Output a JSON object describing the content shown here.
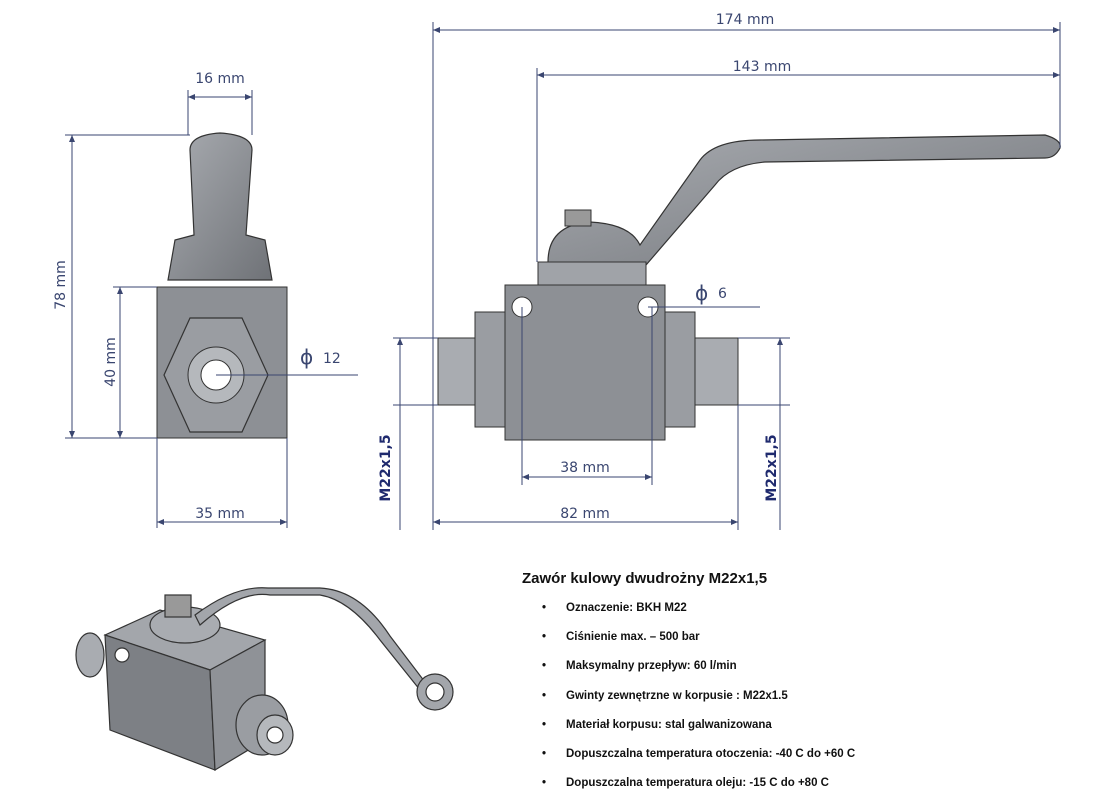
{
  "dimensions": {
    "top_width": "16 mm",
    "total_height": "78 mm",
    "body_height": "40 mm",
    "body_width": "35 mm",
    "bore": "12",
    "overall_length": "174 mm",
    "handle_length": "143 mm",
    "hole": "6",
    "hole_spacing": "38 mm",
    "body_length": "82 mm",
    "thread_left": "M22x1,5",
    "thread_right": "M22x1,5",
    "diameter_symbol": "ϕ"
  },
  "colors": {
    "dimension": "#3a4670",
    "metal": "#8a8d92",
    "metal_dark": "#55585d"
  },
  "spec": {
    "title": "Zawór kulowy dwudrożny M22x1,5",
    "items": [
      "Oznaczenie: BKH M22",
      "Ciśnienie max. – 500 bar",
      "Maksymalny przepływ: 60 l/min",
      "Gwinty zewnętrzne w korpusie : M22x1.5",
      "Materiał korpusu: stal galwanizowana",
      "Dopuszczalna temperatura otoczenia: -40 C do +60 C",
      "Dopuszczalna temperatura oleju: -15 C do +80 C"
    ],
    "bullet": "•"
  }
}
